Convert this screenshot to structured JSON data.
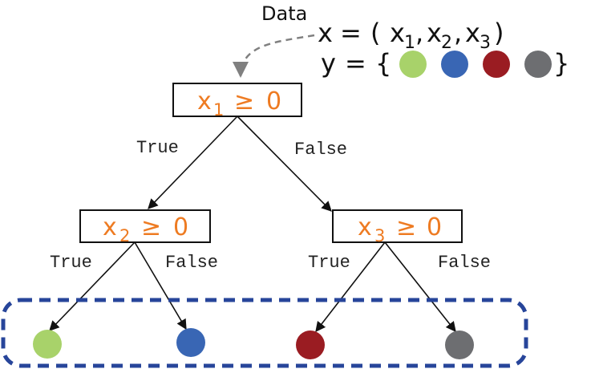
{
  "colors": {
    "node_text": "#ee7b22",
    "leaf_green": "#a8d26a",
    "leaf_blue": "#3966b4",
    "leaf_red": "#9a1c22",
    "leaf_gray": "#6d6e71",
    "leaf_box_border": "#27459a",
    "data_arrow": "#808080"
  },
  "data_label": "Data",
  "x_def": {
    "lhs": "x",
    "eq": "=",
    "open": "(",
    "var": "x",
    "sub1": "1",
    "sub2": "2",
    "sub3": "3",
    "comma": ",",
    "close": ")"
  },
  "y_def": {
    "lhs": "y",
    "eq": "=",
    "open": "{",
    "close": "}"
  },
  "nodes": {
    "root": {
      "var": "x",
      "sub": "1",
      "op": "≥",
      "val": "0"
    },
    "left": {
      "var": "x",
      "sub": "2",
      "op": "≥",
      "val": "0"
    },
    "right": {
      "var": "x",
      "sub": "3",
      "op": "≥",
      "val": "0"
    }
  },
  "edges": {
    "root_true": "True",
    "root_false": "False",
    "left_true": "True",
    "left_false": "False",
    "right_true": "True",
    "right_false": "False"
  },
  "leaves": [
    "green",
    "blue",
    "red",
    "gray"
  ]
}
